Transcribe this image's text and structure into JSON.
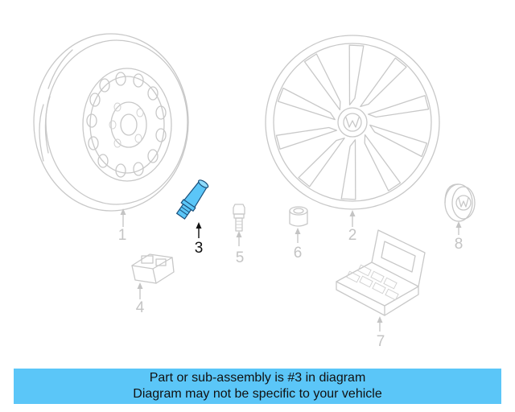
{
  "callouts": {
    "c1": "1",
    "c2": "2",
    "c3": "3",
    "c4": "4",
    "c5": "5",
    "c6": "6",
    "c7": "7",
    "c8": "8"
  },
  "highlight": {
    "callout": "3",
    "color": "#5bc6f8"
  },
  "banner": {
    "line1": "Part or sub-assembly is #3 in diagram",
    "line2": "Diagram may not be specific to your vehicle",
    "color": "#5bc6f8"
  }
}
